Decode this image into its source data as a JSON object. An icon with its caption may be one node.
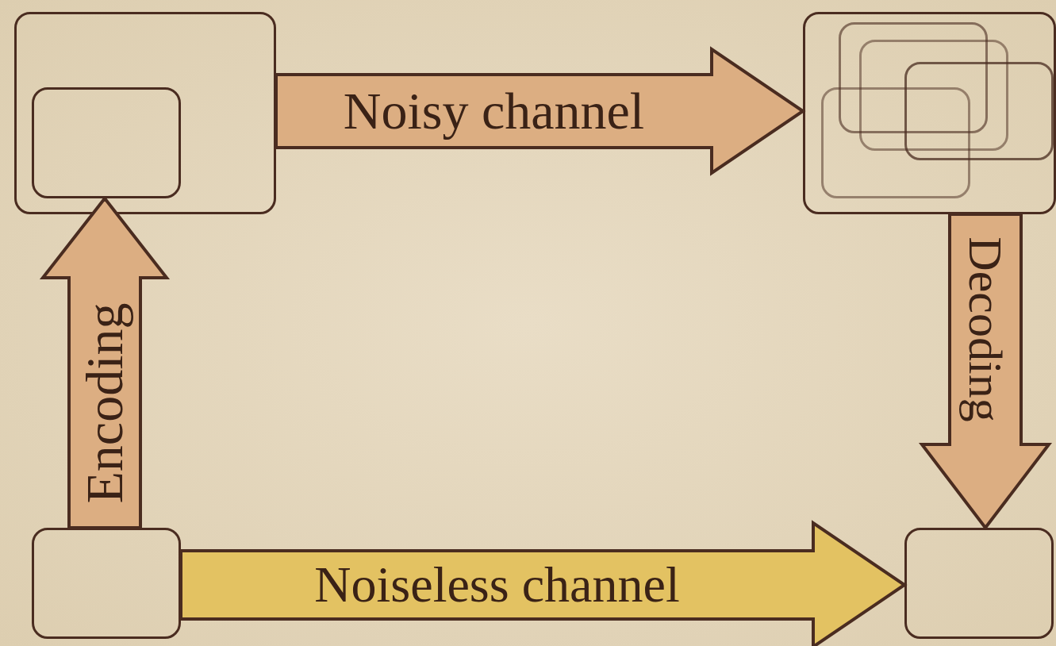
{
  "diagram": {
    "nodes": [
      {
        "text": [],
        "shape": "box"
      },
      {
        "text": [],
        "shape": "box",
        "in": 0
      },
      {
        "text": [],
        "shape": "box"
      },
      {
        "text": [],
        "shape": "box",
        "in": 2
      },
      {
        "text": [],
        "shape": "box",
        "in": 2
      },
      {
        "text": [],
        "shape": "box",
        "in": 2
      },
      {
        "text": [],
        "shape": "box",
        "in": 2
      },
      {
        "text": [],
        "shape": "box"
      },
      {
        "text": [],
        "shape": "box"
      }
    ],
    "edges": [
      {
        "from": 7,
        "to": 1,
        "arrow": "to",
        "label": "Encoding"
      },
      {
        "from": 0,
        "to": 2,
        "arrow": "to",
        "label": "Noisy channel"
      },
      {
        "from": 2,
        "to": 8,
        "arrow": "to",
        "label": "Decoding"
      },
      {
        "from": 7,
        "to": 8,
        "arrow": "to",
        "label": "Noiseless channel",
        "color": "#e3c262"
      }
    ]
  }
}
